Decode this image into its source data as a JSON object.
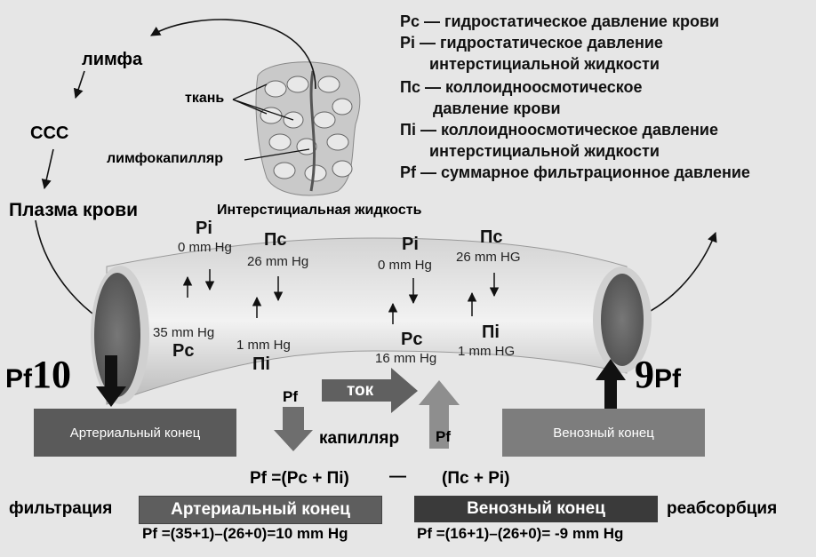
{
  "cycle": {
    "lymph": "лимфа",
    "ccc": "ССС",
    "plasma": "Плазма крови",
    "tissue": "ткань",
    "lymph_capillary": "лимфокапилляр"
  },
  "legend": [
    {
      "term": "Рс",
      "desc": "— гидростатическое давление крови"
    },
    {
      "term": "Pi",
      "desc": "— гидростатическое давление"
    },
    {
      "term": "",
      "desc": "интерстициальной жидкости"
    },
    {
      "term": "Пс",
      "desc": "— коллоидноосмотическое"
    },
    {
      "term": "",
      "desc": "давление крови"
    },
    {
      "term": "Пi",
      "desc": "— коллоидноосмотическое давление"
    },
    {
      "term": "",
      "desc": "интерстициальной жидкости"
    },
    {
      "term": "Pf",
      "desc": "— суммарное фильтрационное давление"
    }
  ],
  "interstitial_label": "Интерстициальная жидкость",
  "arterial_side": {
    "pi_symbol": "Pi",
    "pi_value": "0 mm Hg",
    "pc_symbol": "Пс",
    "pc_value": "26 mm Hg",
    "rc_value": "35 mm Hg",
    "rc_symbol": "Рс",
    "pii_value": "1 mm Hg",
    "pii_symbol": "Пi"
  },
  "venous_side": {
    "pi_symbol": "Pi",
    "pi_value": "0 mm Hg",
    "pc_symbol": "Пс",
    "pc_value": "26 mm HG",
    "rc_symbol": "Рс",
    "rc_value": "16 mm Hg",
    "pii_symbol": "Пi",
    "pii_value": "1 mm HG"
  },
  "pf_left": {
    "symbol": "Pf",
    "value": "10"
  },
  "pf_right": {
    "symbol": "Pf",
    "value": "9"
  },
  "center": {
    "pf_down": "Pf",
    "pf_up": "Pf",
    "flow": "ток",
    "capillary": "капилляр"
  },
  "arterial_box": "Артериальный конец",
  "venous_box": "Венозный конец",
  "formula": {
    "left": "Pf =(Рс + Пi)",
    "dash": "—",
    "right": "(Пс + Pi)"
  },
  "bottom": {
    "filtration": "фильтрация",
    "arterial_label": "Артериальный конец",
    "venous_label": "Венозный конец",
    "reabsorption": "реабсорбция",
    "calc_arterial": "Pf =(35+1)–(26+0)=10 mm Hg",
    "calc_venous": "Pf =(16+1)–(26+0)= -9 mm Hg"
  },
  "colors": {
    "background": "#e6e6e6",
    "tube": "#cfcfcf",
    "box_dark": "#5a5a5a",
    "box_mid": "#7d7d7d",
    "box_bottom_dark": "#3a3a3a"
  }
}
